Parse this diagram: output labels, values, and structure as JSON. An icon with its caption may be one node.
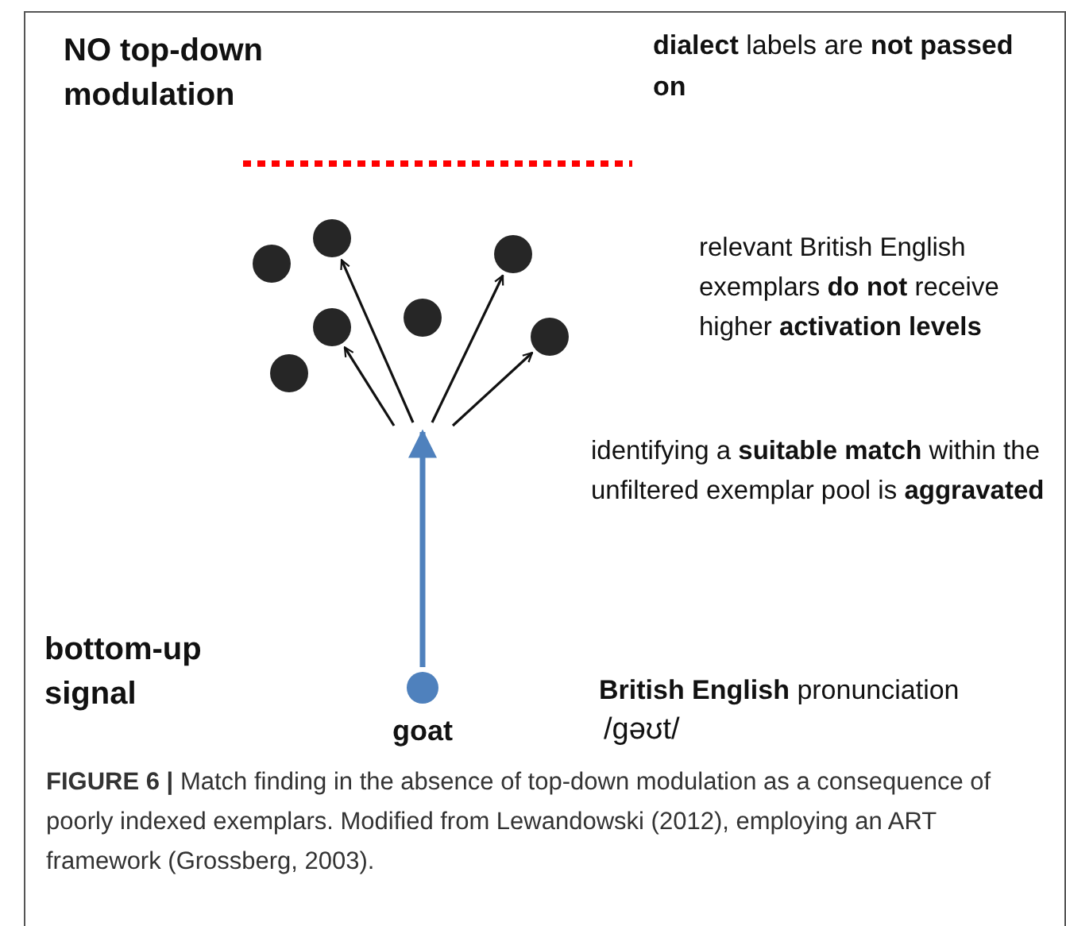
{
  "diagram": {
    "caption": "**FIGURE 6 |** Match finding in the absence of top-down modulation as a consequence of poorly indexed exemplars. Modified from Lewandowski (2012), employing an ART framework (Grossberg, 2003).",
    "nodes": [
      {
        "text": [],
        "shape": "circle"
      },
      {
        "text": [],
        "shape": "circle"
      },
      {
        "text": [],
        "shape": "circle"
      },
      {
        "text": [],
        "shape": "circle"
      },
      {
        "text": [],
        "shape": "circle"
      },
      {
        "text": [],
        "shape": "circle"
      },
      {
        "text": [],
        "shape": "circle"
      },
      {
        "text": [],
        "shape": "circle",
        "beside": [
          "goat"
        ]
      }
    ],
    "edges": [
      {
        "from": null,
        "to": 4,
        "arrow": "to"
      },
      {
        "from": null,
        "to": 0,
        "arrow": "to"
      },
      {
        "from": null,
        "to": 1,
        "arrow": "to"
      },
      {
        "from": null,
        "to": 5,
        "arrow": "to"
      },
      {
        "from": 7,
        "to": null,
        "arrow": "to",
        "style": "thick",
        "color": "#4f81bd"
      }
    ],
    "labels": [
      "NO  top-down modulation",
      "**dialect** labels are **not passed on**",
      "relevant British English exemplars **do not** receive higher **activation levels**",
      "identifying a **suitable match** within the unfiltered exemplar pool is **aggravated**",
      "bottom-up signal",
      "**British English** pronunciation",
      "/gəʊt/"
    ]
  }
}
